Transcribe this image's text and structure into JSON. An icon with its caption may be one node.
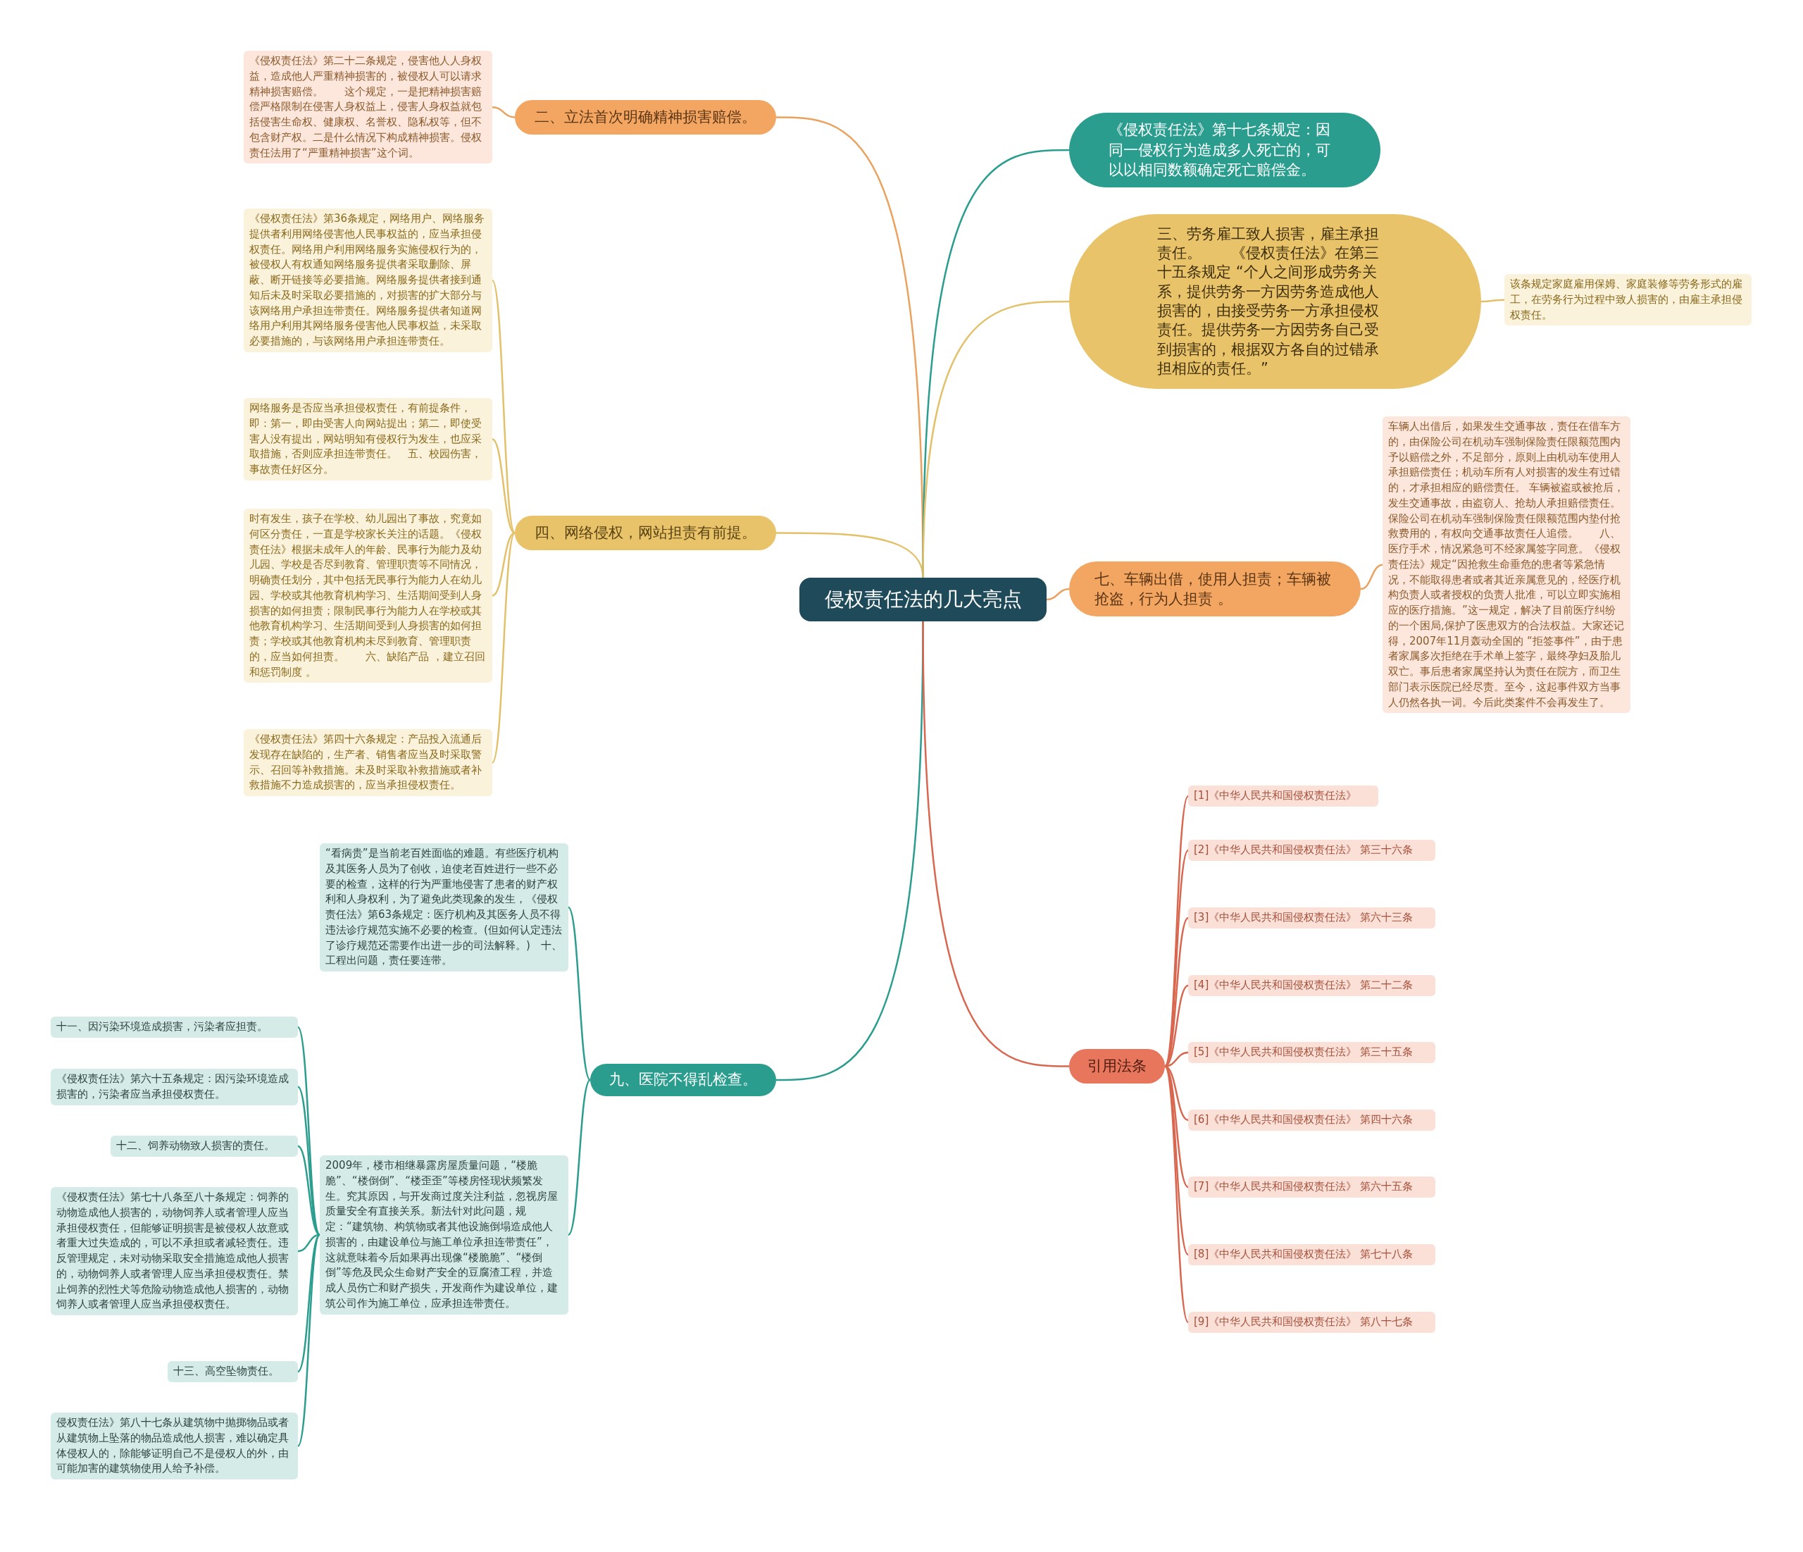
{
  "diagram": {
    "nodes": [
      {
        "text": [
          "侵权责任法的几大亮点"
        ]
      },
      {
        "text": [
          "二、立法首次明确精神损害赔偿。"
        ]
      },
      {
        "text": [
          "《侵权责任法》第二十二条规定，侵害他人人身权益，造成他人严重精神损害的，被侵权人可以请求精神损害赔偿。　　这个规定，一是把精神损害赔偿严格限制在侵害人身权益上，侵害人身权益就包括侵害生命权、健康权、名誉权、隐私权等，但不包含财产权。二是什么情况下构成精神损害。侵权责任法用了“严重精神损害”这个词。"
        ]
      },
      {
        "text": [
          "四、网络侵权，网站担责有前提。"
        ]
      },
      {
        "text": [
          "《侵权责任法》第36条规定，网络用户、网络服务提供者利用网络侵害他人民事权益的，应当承担侵权责任。网络用户利用网络服务实施侵权行为的，被侵权人有权通知网络服务提供者采取删除、屏蔽、断开链接等必要措施。网络服务提供者接到通知后未及时采取必要措施的，对损害的扩大部分与该网络用户承担连带责任。网络服务提供者知道网络用户利用其网络服务侵害他人民事权益，未采取必要措施的，与该网络用户承担连带责任。"
        ]
      },
      {
        "text": [
          "网络服务是否应当承担侵权责任，有前提条件，即：第一，即由受害人向网站提出；第二，即使受害人没有提出，网站明知有侵权行为发生，也应采取措施，否则应承担连带责任。　五、校园伤害，事故责任好区分。"
        ]
      },
      {
        "text": [
          "时有发生，孩子在学校、幼儿园出了事故，究竟如何区分责任，一直是学校家长关注的话题。《侵权责任法》根据未成年人的年龄、民事行为能力及幼儿园、学校是否尽到教育、管理职责等不同情况，明确责任划分，其中包括无民事行为能力人在幼儿园、学校或其他教育机构学习、生活期间受到人身损害的如何担责；限制民事行为能力人在学校或其他教育机构学习、生活期间受到人身损害的如何担责；学校或其他教育机构未尽到教育、管理职责的，应当如何担责。　　六、缺陷产品 ，建立召回和惩罚制度 。"
        ]
      },
      {
        "text": [
          "《侵权责任法》第四十六条规定：产品投入流通后发现存在缺陷的，生产者、销售者应当及时采取警示、召回等补救措施。未及时采取补救措施或者补救措施不力造成损害的，应当承担侵权责任。"
        ]
      },
      {
        "text": [
          "九、医院不得乱检查。"
        ]
      },
      {
        "text": [
          "“看病贵”是当前老百姓面临的难题。有些医疗机构及其医务人员为了创收，迫使老百姓进行一些不必要的检查，这样的行为严重地侵害了患者的财产权利和人身权利，为了避免此类现象的发生，《侵权责任法》第63条规定：医疗机构及其医务人员不得违法诊疗规范实施不必要的检查。(但如何认定违法了诊疗规范还需要作出进一步的司法解释。)　十、工程出问题，责任要连带。"
        ]
      },
      {
        "text": [
          "2009年，楼市相继暴露房屋质量问题，“楼脆脆”、“楼倒倒”、“楼歪歪”等楼房怪现状频繁发生。究其原因，与开发商过度关注利益，忽视房屋质量安全有直接关系。新法针对此问题，规定：“建筑物、构筑物或者其他设施倒塌造成他人损害的，由建设单位与施工单位承担连带责任”，这就意味着今后如果再出现像“楼脆脆”、“楼倒倒”等危及民众生命财产安全的豆腐渣工程，并造成人员伤亡和财产损失，开发商作为建设单位，建筑公司作为施工单位，应承担连带责任。"
        ]
      },
      {
        "text": [
          "十一、因污染环境造成损害，污染者应担责。"
        ]
      },
      {
        "text": [
          "《侵权责任法》第六十五条规定：因污染环境造成损害的，污染者应当承担侵权责任。"
        ]
      },
      {
        "text": [
          "十二、饲养动物致人损害的责任。"
        ]
      },
      {
        "text": [
          "《侵权责任法》第七十八条至八十条规定：饲养的动物造成他人损害的，动物饲养人或者管理人应当承担侵权责任，但能够证明损害是被侵权人故意或者重大过失造成的，可以不承担或者减轻责任。违反管理规定，未对动物采取安全措施造成他人损害的，动物饲养人或者管理人应当承担侵权责任。禁止饲养的烈性犬等危险动物造成他人损害的，动物饲养人或者管理人应当承担侵权责任。"
        ]
      },
      {
        "text": [
          "十三、高空坠物责任。"
        ]
      },
      {
        "text": [
          "侵权责任法》第八十七条从建筑物中抛掷物品或者从建筑物上坠落的物品造成他人损害，难以确定具体侵权人的，除能够证明自己不是侵权人的外，由可能加害的建筑物使用人给予补偿。"
        ]
      },
      {
        "text": [
          "《侵权责任法》第十七条规定：因同一侵权行为造成多人死亡的，可以以相同数额确定死亡赔偿金。"
        ]
      },
      {
        "text": [
          "三、劳务雇工致人损害，雇主承担责任。　　《侵权责任法》在第三十五条规定 “个人之间形成劳务关系，提供劳务一方因劳务造成他人损害的，由接受劳务一方承担侵权责任。提供劳务一方因劳务自己受到损害的，根据双方各自的过错承担相应的责任。”"
        ]
      },
      {
        "text": [
          "该条规定家庭雇用保姆、家庭装修等劳务形式的雇工，在劳务行为过程中致人损害的，由雇主承担侵权责任。"
        ]
      },
      {
        "text": [
          "七、车辆出借，使用人担责；车辆被抢盗，行为人担责 。"
        ]
      },
      {
        "text": [
          "车辆人出借后，如果发生交通事故，责任在借车方的，由保险公司在机动车强制保险责任限额范围内予以赔偿之外，不足部分，原则上由机动车使用人承担赔偿责任；机动车所有人对损害的发生有过错的，才承担相应的赔偿责任。 车辆被盗或被抢后，发生交通事故，由盗窃人、抢劫人承担赔偿责任。保险公司在机动车强制保险责任限额范围内垫付抢救费用的，有权向交通事故责任人追偿。　　八、医疗手术，情况紧急可不经家属签字同意。《侵权责任法》规定“因抢救生命垂危的患者等紧急情况，不能取得患者或者其近亲属意见的，经医疗机构负责人或者授权的负责人批准，可以立即实施相应的医疗措施。”这一规定，解决了目前医疗纠纷的一个困局,保护了医患双方的合法权益。大家还记得，2007年11月轰动全国的 “拒签事件”，由于患者家属多次拒绝在手术单上签字，最终孕妇及胎儿双亡。事后患者家属坚持认为责任在院方，而卫生部门表示医院已经尽责。至今，这起事件双方当事人仍然各执一词。今后此类案件不会再发生了。"
        ]
      },
      {
        "text": [
          "引用法条"
        ]
      },
      {
        "text": [
          "[1]《中华人民共和国侵权责任法》"
        ]
      },
      {
        "text": [
          "[2]《中华人民共和国侵权责任法》 第三十六条"
        ]
      },
      {
        "text": [
          "[3]《中华人民共和国侵权责任法》 第六十三条"
        ]
      },
      {
        "text": [
          "[4]《中华人民共和国侵权责任法》 第二十二条"
        ]
      },
      {
        "text": [
          "[5]《中华人民共和国侵权责任法》 第三十五条"
        ]
      },
      {
        "text": [
          "[6]《中华人民共和国侵权责任法》 第四十六条"
        ]
      },
      {
        "text": [
          "[7]《中华人民共和国侵权责任法》 第六十五条"
        ]
      },
      {
        "text": [
          "[8]《中华人民共和国侵权责任法》 第七十八条"
        ]
      },
      {
        "text": [
          "[9]《中华人民共和国侵权责任法》 第八十七条"
        ]
      }
    ],
    "edges": [
      {
        "from": 0,
        "to": 1,
        "arrow": "none",
        "color": "#e9a25f"
      },
      {
        "from": 1,
        "to": 2,
        "arrow": "none",
        "color": "#e9a25f"
      },
      {
        "from": 0,
        "to": 3,
        "arrow": "none",
        "color": "#e3c06a"
      },
      {
        "from": 3,
        "to": 4,
        "arrow": "none",
        "color": "#e3c06a"
      },
      {
        "from": 3,
        "to": 5,
        "arrow": "none",
        "color": "#e3c06a"
      },
      {
        "from": 3,
        "to": 6,
        "arrow": "none",
        "color": "#e3c06a"
      },
      {
        "from": 3,
        "to": 7,
        "arrow": "none",
        "color": "#e3c06a"
      },
      {
        "from": 0,
        "to": 8,
        "arrow": "none"
      },
      {
        "from": 8,
        "to": 9,
        "arrow": "none"
      },
      {
        "from": 8,
        "to": 10,
        "arrow": "none"
      },
      {
        "from": 10,
        "to": 11,
        "arrow": "none"
      },
      {
        "from": 10,
        "to": 12,
        "arrow": "none"
      },
      {
        "from": 10,
        "to": 13,
        "arrow": "none"
      },
      {
        "from": 10,
        "to": 14,
        "arrow": "none"
      },
      {
        "from": 10,
        "to": 15,
        "arrow": "none"
      },
      {
        "from": 10,
        "to": 16,
        "arrow": "none"
      },
      {
        "from": 0,
        "to": 17,
        "arrow": "none"
      },
      {
        "from": 0,
        "to": 18,
        "arrow": "none",
        "color": "#e3c06a"
      },
      {
        "from": 18,
        "to": 19,
        "arrow": "none",
        "color": "#e3c06a"
      },
      {
        "from": 0,
        "to": 20,
        "arrow": "none",
        "color": "#e9a25f"
      },
      {
        "from": 20,
        "to": 21,
        "arrow": "none",
        "color": "#e9a25f"
      },
      {
        "from": 0,
        "to": 22,
        "arrow": "none",
        "color": "#d9674f"
      },
      {
        "from": 22,
        "to": 23,
        "arrow": "none",
        "color": "#d9674f"
      },
      {
        "from": 22,
        "to": 24,
        "arrow": "none",
        "color": "#d9674f"
      },
      {
        "from": 22,
        "to": 25,
        "arrow": "none",
        "color": "#d9674f"
      },
      {
        "from": 22,
        "to": 26,
        "arrow": "none",
        "color": "#d9674f"
      },
      {
        "from": 22,
        "to": 27,
        "arrow": "none",
        "color": "#d9674f"
      },
      {
        "from": 22,
        "to": 28,
        "arrow": "none",
        "color": "#d9674f"
      },
      {
        "from": 22,
        "to": 29,
        "arrow": "none",
        "color": "#d9674f"
      },
      {
        "from": 22,
        "to": 30,
        "arrow": "none",
        "color": "#d9674f"
      },
      {
        "from": 22,
        "to": 31,
        "arrow": "none",
        "color": "#d9674f"
      }
    ]
  }
}
